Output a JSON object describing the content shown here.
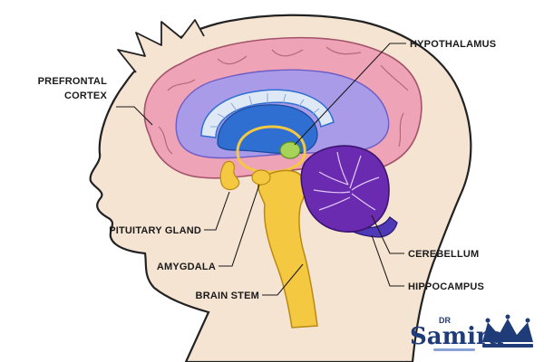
{
  "labels": {
    "prefrontal_line1": "PREFRONTAL",
    "prefrontal_line2": "CORTEX",
    "hypothalamus": "HYPOTHALAMUS",
    "pituitary": "PITUITARY GLAND",
    "amygdala": "AMYGDALA",
    "cerebellum": "CEREBELLUM",
    "hippocampus": "HIPPOCAMPUS",
    "brain_stem": "BRAIN STEM"
  },
  "logo": {
    "prefix": "DR",
    "name": "Samira"
  },
  "colors": {
    "skin": "#f6e4d3",
    "head_outline": "#222222",
    "cortex_pink": "#eea3b6",
    "inner_purple": "#a99be8",
    "corpus_blue": "#2f6fd2",
    "stem_yellow": "#f5c842",
    "hypothalamus_green": "#a7d35a",
    "cerebellum_purple": "#6a2bb0",
    "logo_blue": "#1f3b78"
  }
}
